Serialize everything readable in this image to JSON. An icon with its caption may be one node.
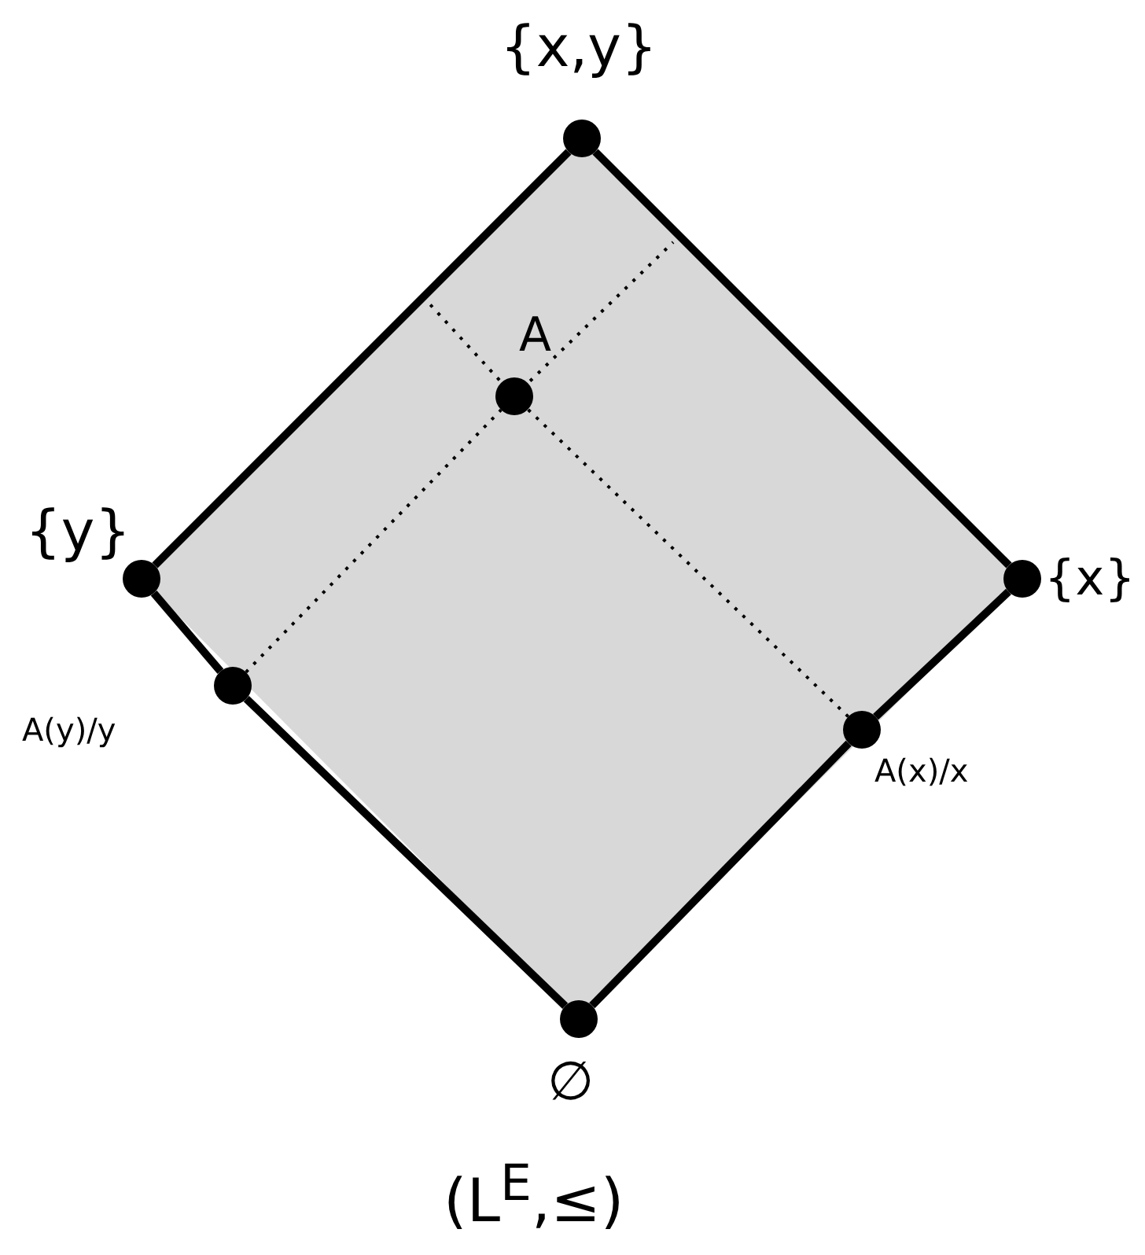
{
  "diagram": {
    "caption": "(L$^{E}$,≤)",
    "nodes": [
      {
        "text": [
          "{x,y}"
        ]
      },
      {
        "text": [
          "A"
        ]
      },
      {
        "text": [
          "{y}"
        ]
      },
      {
        "text": [
          "{x}"
        ]
      },
      {
        "text": [
          "A(y)/y"
        ]
      },
      {
        "text": [
          "A(x)/x"
        ]
      },
      {
        "text": [
          "∅"
        ]
      }
    ],
    "edges": [
      {
        "from": 0,
        "to": 2,
        "arrow": "none"
      },
      {
        "from": 0,
        "to": 3,
        "arrow": "none"
      },
      {
        "from": 2,
        "to": 4,
        "arrow": "none"
      },
      {
        "from": 4,
        "to": 6,
        "arrow": "none"
      },
      {
        "from": 3,
        "to": 5,
        "arrow": "none"
      },
      {
        "from": 5,
        "to": 6,
        "arrow": "none"
      },
      {
        "from": 4,
        "to": 1,
        "arrow": "none",
        "style": "dashed"
      },
      {
        "from": 5,
        "to": 1,
        "arrow": "none",
        "style": "dashed"
      }
    ]
  }
}
